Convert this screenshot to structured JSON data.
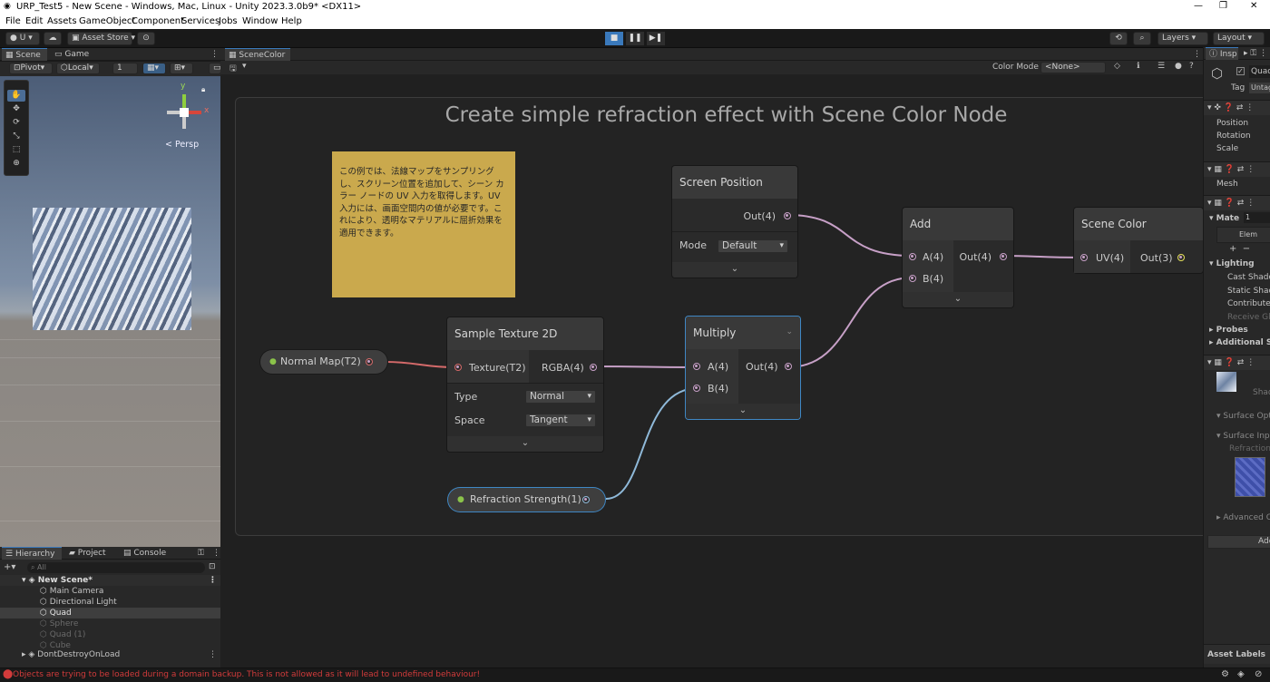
{
  "window": {
    "title": "URP_Test5 - New Scene - Windows, Mac, Linux - Unity 2023.3.0b9* <DX11>"
  },
  "menu": [
    "File",
    "Edit",
    "Assets",
    "GameObject",
    "Component",
    "Services",
    "Jobs",
    "Window",
    "Help"
  ],
  "toolbar": {
    "account": "U",
    "asset_store": "Asset Store",
    "layers": "Layers",
    "layout": "Layout"
  },
  "scene_panel": {
    "tab_scene": "Scene",
    "tab_game": "Game",
    "pivot": "Pivot",
    "local": "Local",
    "grid_value": "1",
    "gizmo_y": "y",
    "gizmo_x": "x",
    "persp": "< Persp"
  },
  "graph": {
    "tab": "SceneColor",
    "color_mode_label": "Color Mode",
    "color_mode_value": "<None>",
    "group_title": "Create simple refraction effect with Scene Color Node",
    "sticky_note": "この例では、法線マップをサンプリングし、スクリーン位置を追加して、シーン カラー ノードの UV 入力を取得します。UV 入力には、画面空間内の値が必要です。これにより、透明なマテリアルに屈折効果を適用できます。",
    "nodes": {
      "screen_position": {
        "title": "Screen Position",
        "out": "Out(4)",
        "mode_label": "Mode",
        "mode_value": "Default"
      },
      "add": {
        "title": "Add",
        "in_a": "A(4)",
        "in_b": "B(4)",
        "out": "Out(4)"
      },
      "scene_color": {
        "title": "Scene Color",
        "in_uv": "UV(4)",
        "out": "Out(3)"
      },
      "sample_texture": {
        "title": "Sample Texture 2D",
        "in_tex": "Texture(T2)",
        "out": "RGBA(4)",
        "type_label": "Type",
        "type_value": "Normal",
        "space_label": "Space",
        "space_value": "Tangent"
      },
      "multiply": {
        "title": "Multiply",
        "in_a": "A(4)",
        "in_b": "B(4)",
        "out": "Out(4)"
      }
    },
    "properties": {
      "normal_map": "Normal Map(T2)",
      "refraction_strength": "Refraction Strength(1)"
    }
  },
  "hierarchy": {
    "tab_hierarchy": "Hierarchy",
    "tab_project": "Project",
    "tab_console": "Console",
    "search_placeholder": "All",
    "scene": "New Scene*",
    "items": [
      "Main Camera",
      "Directional Light",
      "Quad",
      "Sphere",
      "Quad (1)",
      "Cube"
    ],
    "dont_destroy": "DontDestroyOnLoad"
  },
  "inspector": {
    "tab": "Insp",
    "object_name": "Quad",
    "tag_label": "Tag",
    "tag_value": "Untagged",
    "transform": [
      "Position",
      "Rotation",
      "Scale"
    ],
    "mesh": "Mesh",
    "materials_label": "Mate",
    "materials_count": "1",
    "element": "Elem",
    "lighting": "Lighting",
    "lighting_items": [
      "Cast Shadows",
      "Static Shadow Caster",
      "Contribute Global Illumination",
      "Receive Global Illumination"
    ],
    "probes": "Probes",
    "additional": "Additional Settings",
    "shader": "Shader",
    "surface1": "Surface Options",
    "surface2": "Surface Inputs",
    "refraction": "Refraction",
    "advanced": "Advanced Options",
    "add_component": "Add Component",
    "asset_labels": "Asset Labels"
  },
  "status": {
    "message": "Objects are trying to be loaded during a domain backup. This is not allowed as it will lead to undefined behaviour!"
  },
  "colors": {
    "accent": "#3a79bb",
    "sticky": "#caa94d",
    "wire_vector": "#c7a0c7",
    "wire_texture": "#d46a6a",
    "wire_float": "#8fb9d9",
    "error": "#d23b3b"
  }
}
